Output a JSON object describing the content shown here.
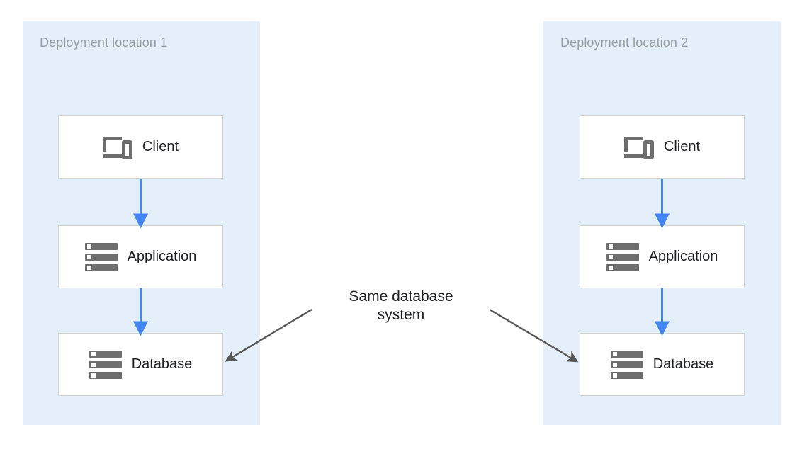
{
  "diagram": {
    "title_annotation": "Same database\nsystem",
    "colors": {
      "zone_background": "#e4eff9",
      "zone_label": "#9aa0a6",
      "node_background": "#ffffff",
      "node_border": "#d4d4d4",
      "node_label": "#202124",
      "flow_arrow": "#4285f4",
      "annotation_arrow": "#555555",
      "icon": "#6e6e6e"
    },
    "zones": [
      {
        "id": "deployment-location-1",
        "label": "Deployment location 1",
        "nodes": [
          {
            "id": "client-1",
            "label": "Client",
            "icon": "devices-icon"
          },
          {
            "id": "application-1",
            "label": "Application",
            "icon": "storage-icon"
          },
          {
            "id": "database-1",
            "label": "Database",
            "icon": "storage-icon"
          }
        ],
        "flows": [
          {
            "from": "client-1",
            "to": "application-1"
          },
          {
            "from": "application-1",
            "to": "database-1"
          }
        ]
      },
      {
        "id": "deployment-location-2",
        "label": "Deployment location 2",
        "nodes": [
          {
            "id": "client-2",
            "label": "Client",
            "icon": "devices-icon"
          },
          {
            "id": "application-2",
            "label": "Application",
            "icon": "storage-icon"
          },
          {
            "id": "database-2",
            "label": "Database",
            "icon": "storage-icon"
          }
        ],
        "flows": [
          {
            "from": "client-2",
            "to": "application-2"
          },
          {
            "from": "application-2",
            "to": "database-2"
          }
        ]
      }
    ],
    "annotations": [
      {
        "id": "same-database-system",
        "text": "Same database\nsystem",
        "points_to": [
          "database-1",
          "database-2"
        ]
      }
    ]
  }
}
